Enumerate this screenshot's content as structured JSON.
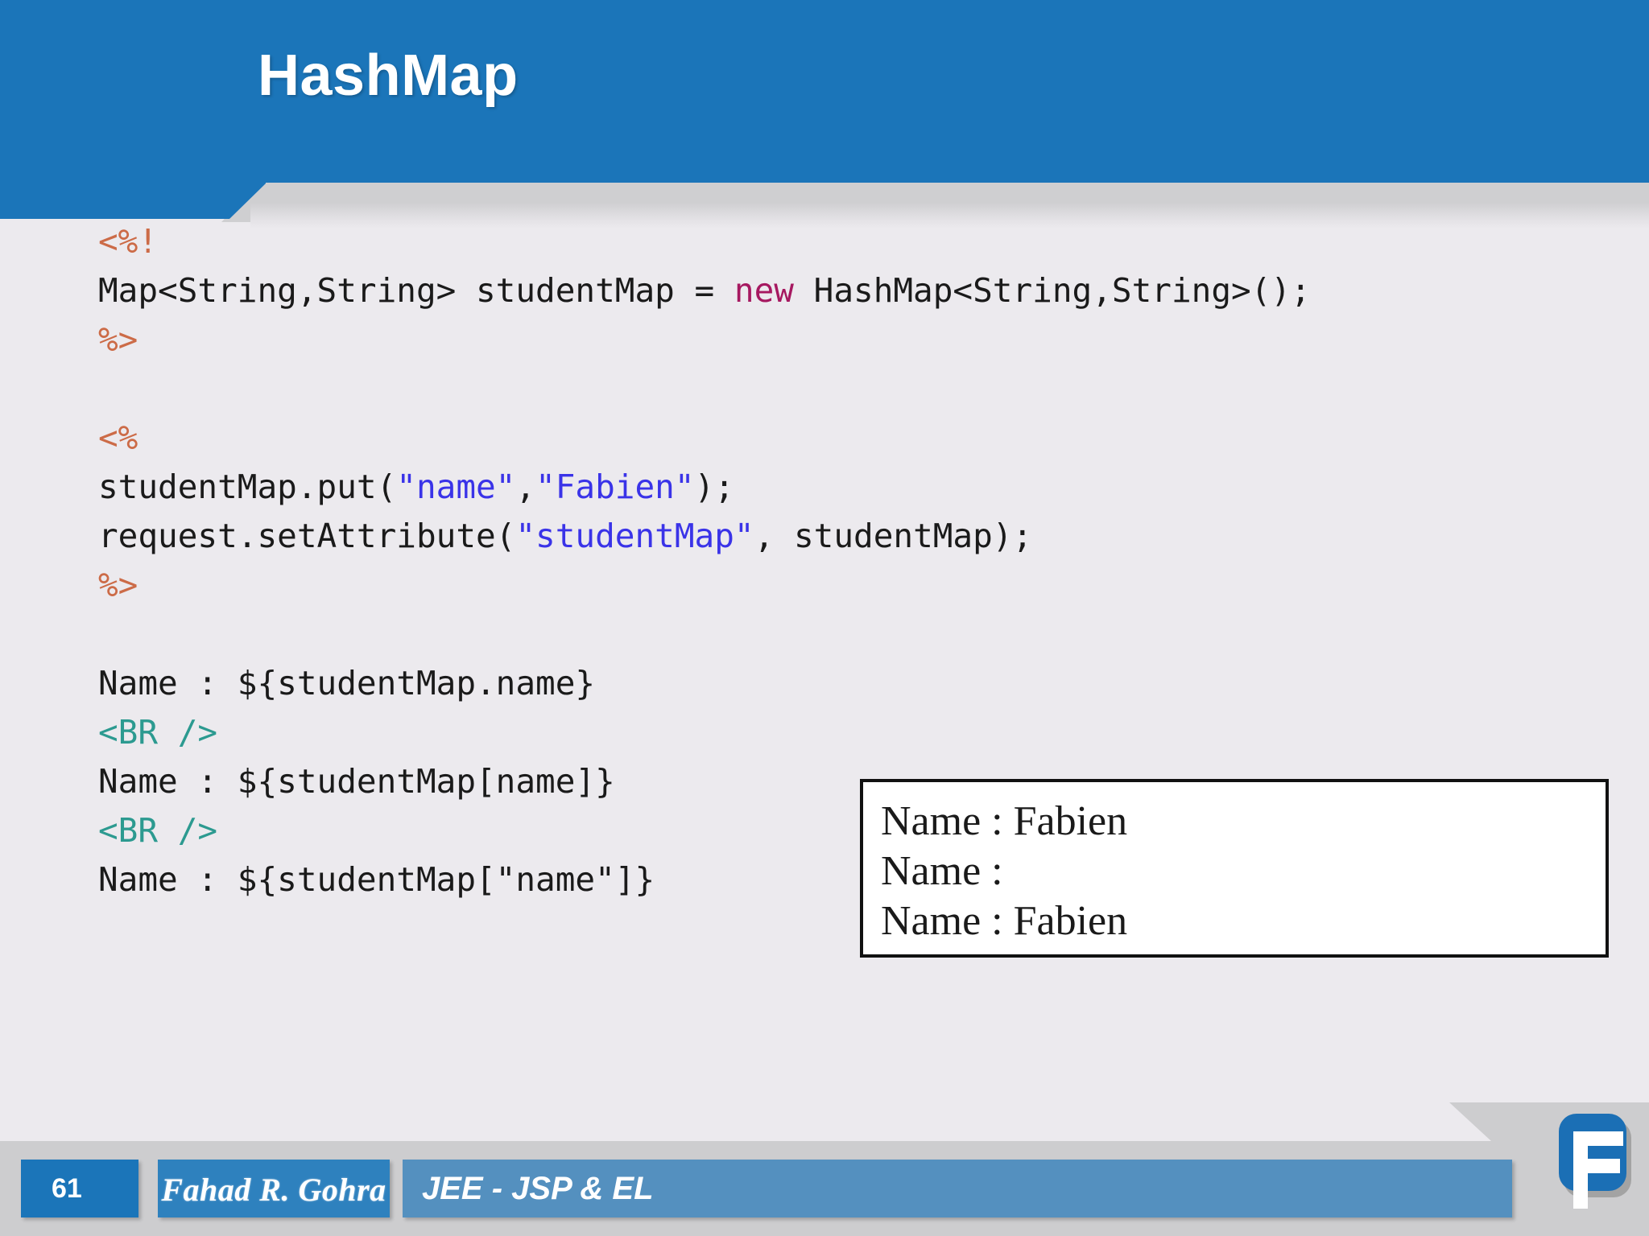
{
  "slide": {
    "title": "HashMap",
    "page_number": "61",
    "accent_blue": "#1B75B9",
    "body_background": "#ECEAEE"
  },
  "code": {
    "language": "jsp",
    "colors": {
      "scriptlet": "#CC6B47",
      "keyword": "#A61860",
      "string": "#3A33E8",
      "tag": "#2C9A90",
      "plain": "#1A1A1A"
    },
    "lines": [
      {
        "id": "l1",
        "tokens": [
          {
            "t": "<%!",
            "c": "scriptlet"
          }
        ]
      },
      {
        "id": "l2",
        "tokens": [
          {
            "t": "Map<String,String> studentMap = ",
            "c": "plain"
          },
          {
            "t": "new",
            "c": "keyword"
          },
          {
            "t": " HashMap<String,String>();",
            "c": "plain"
          }
        ]
      },
      {
        "id": "l3",
        "tokens": [
          {
            "t": "%>",
            "c": "scriptlet"
          }
        ]
      },
      {
        "id": "l4",
        "tokens": []
      },
      {
        "id": "l5",
        "tokens": [
          {
            "t": "<%",
            "c": "scriptlet"
          }
        ]
      },
      {
        "id": "l6",
        "tokens": [
          {
            "t": "studentMap.put(",
            "c": "plain"
          },
          {
            "t": "\"name\"",
            "c": "string"
          },
          {
            "t": ",",
            "c": "plain"
          },
          {
            "t": "\"Fabien\"",
            "c": "string"
          },
          {
            "t": ");",
            "c": "plain"
          }
        ]
      },
      {
        "id": "l7",
        "tokens": [
          {
            "t": "request.setAttribute(",
            "c": "plain"
          },
          {
            "t": "\"studentMap\"",
            "c": "string"
          },
          {
            "t": ", studentMap);",
            "c": "plain"
          }
        ]
      },
      {
        "id": "l8",
        "tokens": [
          {
            "t": "%>",
            "c": "scriptlet"
          }
        ]
      },
      {
        "id": "l9",
        "tokens": []
      },
      {
        "id": "l10",
        "tokens": [
          {
            "t": "Name : ${studentMap.name}",
            "c": "plain"
          }
        ]
      },
      {
        "id": "l11",
        "tokens": [
          {
            "t": "<BR />",
            "c": "tag"
          }
        ]
      },
      {
        "id": "l12",
        "tokens": [
          {
            "t": "Name : ${studentMap[name]}",
            "c": "plain"
          }
        ]
      },
      {
        "id": "l13",
        "tokens": [
          {
            "t": "<BR />",
            "c": "tag"
          }
        ]
      },
      {
        "id": "l14",
        "tokens": [
          {
            "t": "Name : ${studentMap[\"name\"]}",
            "c": "plain"
          }
        ]
      }
    ]
  },
  "output_box": {
    "lines": [
      "Name : Fabien",
      "Name :",
      "Name : Fabien"
    ]
  },
  "footer": {
    "page_number": "61",
    "signature": "Fahad R. Gohra",
    "topic": "JEE - JSP & EL",
    "logo_letter": "F"
  }
}
